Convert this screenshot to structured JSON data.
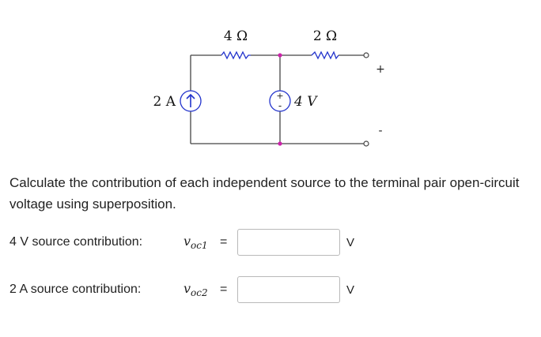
{
  "circuit": {
    "r1_label": "4 Ω",
    "r2_label": "2 Ω",
    "current_source_label": "2 A",
    "voltage_source_label": "4 V",
    "terminal_plus": "+",
    "terminal_minus": "-",
    "source_plus_sign": "+",
    "source_minus_sign": "-"
  },
  "question": {
    "text": "Calculate the contribution of each independent source to the terminal pair open-circuit voltage using superposition."
  },
  "answers": [
    {
      "label": "4 V source contribution:",
      "var_base": "v",
      "var_sub": "oc1",
      "equals": "=",
      "value": "",
      "unit": "V"
    },
    {
      "label": "2 A source contribution:",
      "var_base": "v",
      "var_sub": "oc2",
      "equals": "=",
      "value": "",
      "unit": "V"
    }
  ],
  "colors": {
    "wire": "#444444",
    "element": "#2233cc",
    "node": "#cc22aa"
  }
}
